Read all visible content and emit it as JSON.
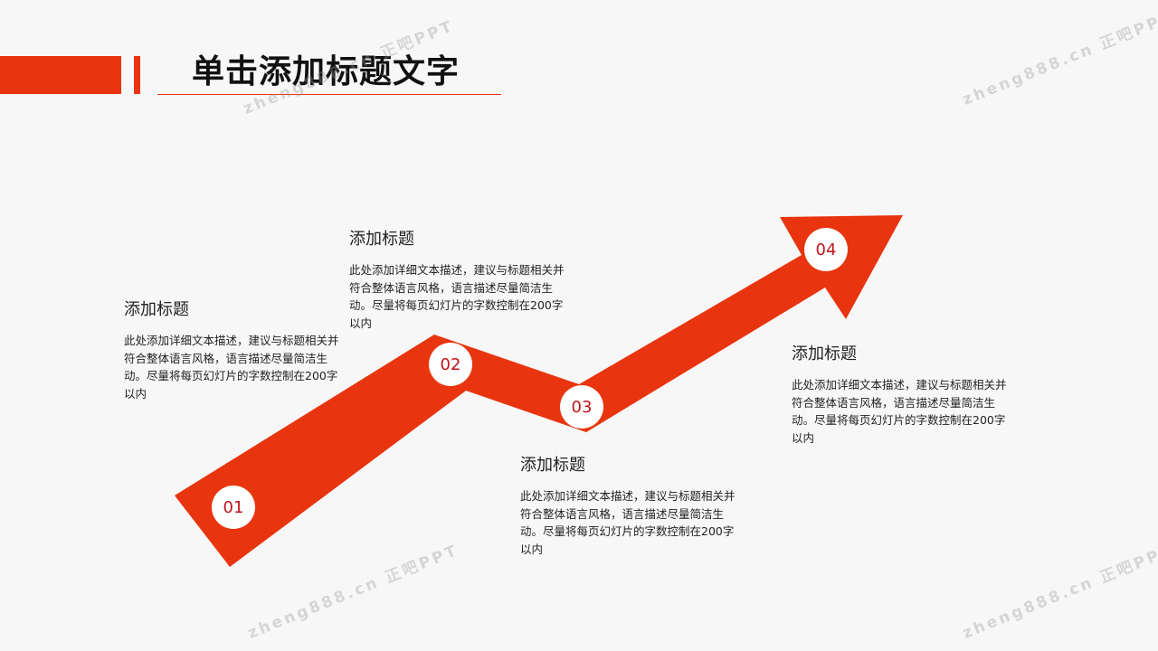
{
  "header": {
    "title": "单击添加标题文字"
  },
  "colors": {
    "accent": "#e8350f",
    "node_text": "#c0141a"
  },
  "steps": [
    {
      "number": "01",
      "title": "添加标题",
      "text": "此处添加详细文本描述，建议与标题相关并符合整体语言风格，语言描述尽量简洁生动。尽量将每页幻灯片的字数控制在200字以内"
    },
    {
      "number": "02",
      "title": "添加标题",
      "text": "此处添加详细文本描述，建议与标题相关并符合整体语言风格，语言描述尽量简洁生动。尽量将每页幻灯片的字数控制在200字以内"
    },
    {
      "number": "03",
      "title": "添加标题",
      "text": "此处添加详细文本描述，建议与标题相关并符合整体语言风格，语言描述尽量简洁生动。尽量将每页幻灯片的字数控制在200字以内"
    },
    {
      "number": "04",
      "title": "添加标题",
      "text": "此处添加详细文本描述，建议与标题相关并符合整体语言风格，语言描述尽量简洁生动。尽量将每页幻灯片的字数控制在200字以内"
    }
  ],
  "watermark": "zheng888.cn 正吧PPT"
}
